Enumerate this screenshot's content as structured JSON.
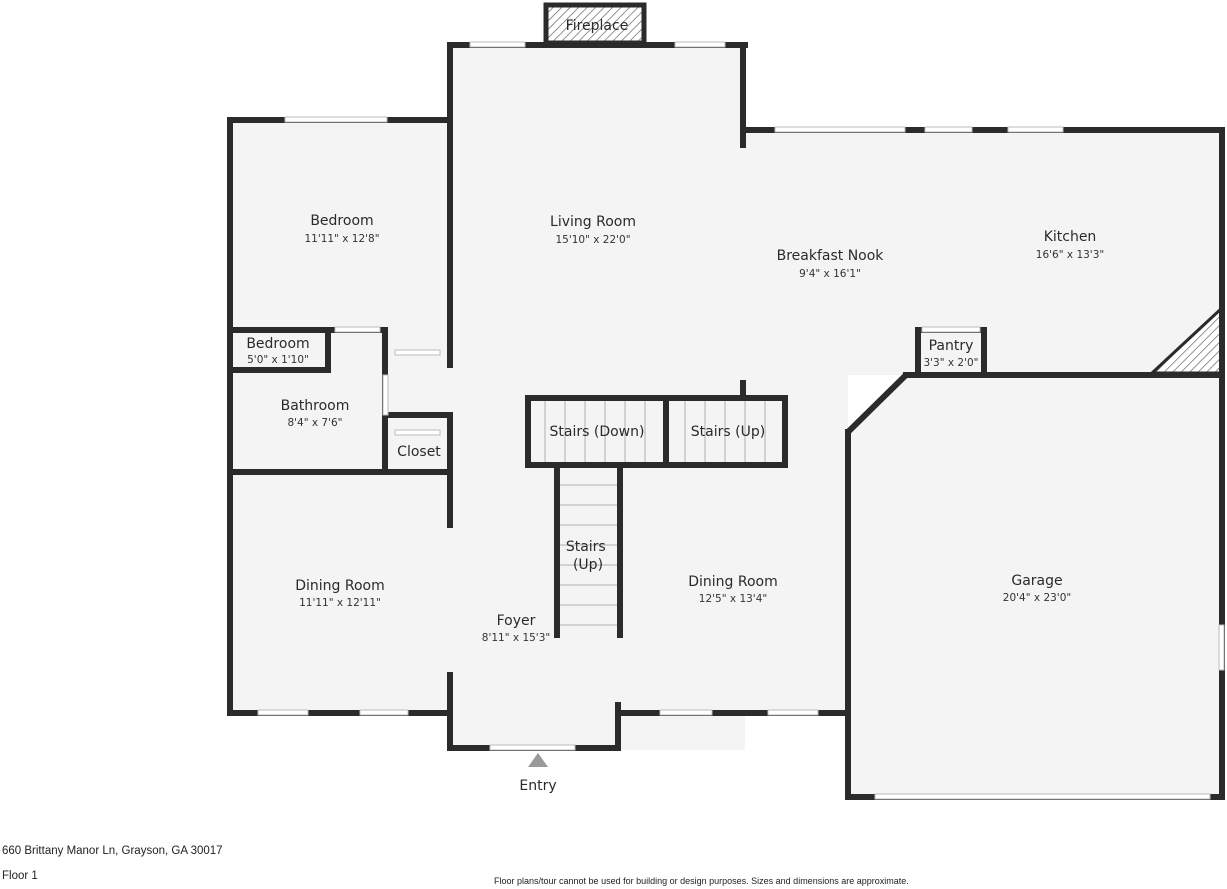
{
  "rooms": [
    {
      "id": "fireplace",
      "name": "Fireplace",
      "dims": ""
    },
    {
      "id": "bedroom_main",
      "name": "Bedroom",
      "dims": "11'11\" x 12'8\""
    },
    {
      "id": "living_room",
      "name": "Living Room",
      "dims": "15'10\" x 22'0\""
    },
    {
      "id": "breakfast_nook",
      "name": "Breakfast Nook",
      "dims": "9'4\" x 16'1\""
    },
    {
      "id": "kitchen",
      "name": "Kitchen",
      "dims": "16'6\" x 13'3\""
    },
    {
      "id": "bedroom_small",
      "name": "Bedroom",
      "dims": "5'0\" x 1'10\""
    },
    {
      "id": "pantry",
      "name": "Pantry",
      "dims": "3'3\" x 2'0\""
    },
    {
      "id": "bathroom",
      "name": "Bathroom",
      "dims": "8'4\" x 7'6\""
    },
    {
      "id": "stairs_down",
      "name": "Stairs (Down)",
      "dims": ""
    },
    {
      "id": "stairs_up_top",
      "name": "Stairs (Up)",
      "dims": ""
    },
    {
      "id": "closet",
      "name": "Closet",
      "dims": ""
    },
    {
      "id": "stairs_up_lower",
      "name": "Stairs\n(Up)",
      "dims": ""
    },
    {
      "id": "dining_left",
      "name": "Dining Room",
      "dims": "11'11\" x 12'11\""
    },
    {
      "id": "dining_right",
      "name": "Dining Room",
      "dims": "12'5\" x 13'4\""
    },
    {
      "id": "garage",
      "name": "Garage",
      "dims": "20'4\" x 23'0\""
    },
    {
      "id": "foyer",
      "name": "Foyer",
      "dims": "8'11\" x 15'3\""
    }
  ],
  "entry_label": "Entry",
  "footer": {
    "address": "660 Brittany Manor Ln, Grayson, GA 30017",
    "floor": "Floor 1",
    "disclaimer": "Floor plans/tour cannot be used for building or design purposes. Sizes and dimensions are approximate."
  },
  "colors": {
    "wall": "#2b2b2b",
    "floor": "#f4f4f4",
    "window": "#d8d8d8"
  }
}
